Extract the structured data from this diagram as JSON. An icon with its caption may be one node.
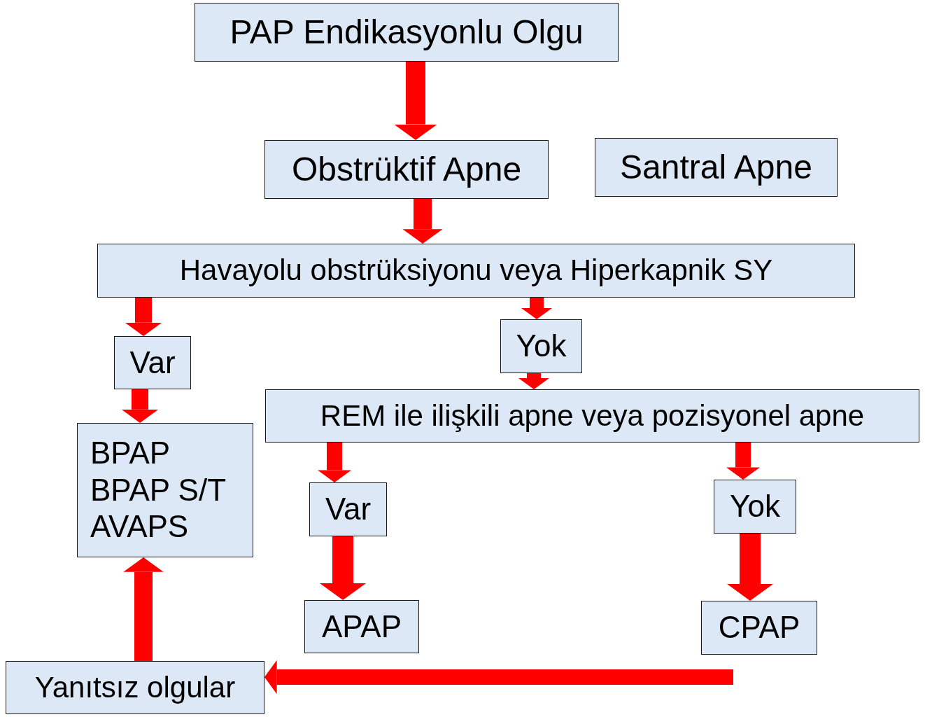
{
  "diagram": {
    "nodes": [
      {
        "text": [
          "PAP Endikasyonlu Olgu"
        ]
      },
      {
        "text": [
          "Obstrüktif Apne"
        ]
      },
      {
        "text": [
          "Santral Apne"
        ]
      },
      {
        "text": [
          "Havayolu obstrüksiyonu veya Hiperkapnik SY"
        ]
      },
      {
        "text": [
          "Var"
        ]
      },
      {
        "text": [
          "Yok"
        ]
      },
      {
        "text": [
          "REM ile ilişkili apne veya pozisyonel apne"
        ]
      },
      {
        "text": [
          "BPAP",
          "BPAP S/T",
          "AVAPS"
        ]
      },
      {
        "text": [
          "Var"
        ]
      },
      {
        "text": [
          "Yok"
        ]
      },
      {
        "text": [
          "APAP"
        ]
      },
      {
        "text": [
          "CPAP"
        ]
      },
      {
        "text": [
          "Yanıtsız olgular"
        ]
      }
    ],
    "edges": [
      {
        "from": 0,
        "to": 1,
        "arrow": "to"
      },
      {
        "from": 1,
        "to": 3,
        "arrow": "to"
      },
      {
        "from": 3,
        "to": 4,
        "arrow": "to"
      },
      {
        "from": 3,
        "to": 5,
        "arrow": "to"
      },
      {
        "from": 5,
        "to": 6,
        "arrow": "to"
      },
      {
        "from": 4,
        "to": 7,
        "arrow": "to"
      },
      {
        "from": 6,
        "to": 8,
        "arrow": "to"
      },
      {
        "from": 6,
        "to": 9,
        "arrow": "to"
      },
      {
        "from": 8,
        "to": 10,
        "arrow": "to"
      },
      {
        "from": 9,
        "to": 11,
        "arrow": "to"
      },
      {
        "from": null,
        "to": 12,
        "arrow": "to"
      },
      {
        "from": 12,
        "to": 7,
        "arrow": "to"
      }
    ]
  }
}
